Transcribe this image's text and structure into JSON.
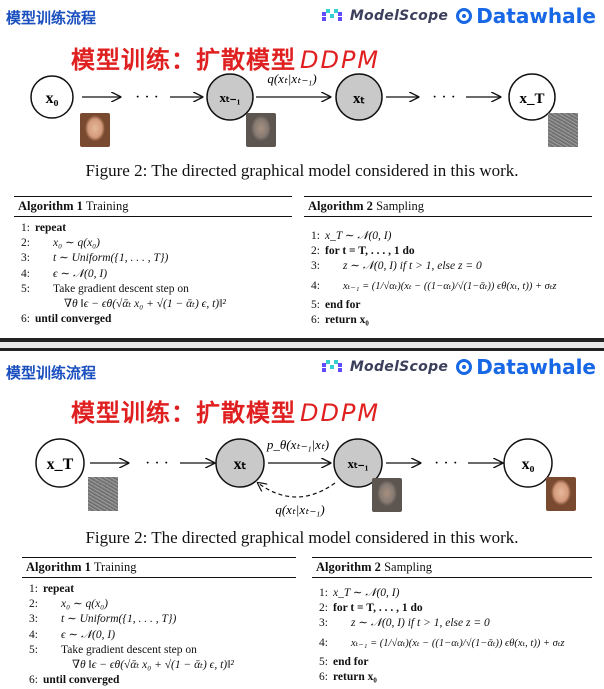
{
  "header": {
    "section_title": "模型训练流程",
    "modelscope_label": "ModelScope",
    "datawhale_label": "Datawhale"
  },
  "slide_title": {
    "main": "模型训练：扩散模型",
    "model": "DDPM"
  },
  "slide1": {
    "caption": "Figure 2: The directed graphical model considered in this work.",
    "nodes": [
      "x₀",
      "xₜ₋₁",
      "xₜ",
      "x_T"
    ],
    "dots": "· · ·",
    "edge_label": "q(xₜ|xₜ₋₁)"
  },
  "slide2": {
    "caption": "Figure 2: The directed graphical model considered in this work.",
    "nodes": [
      "x_T",
      "xₜ",
      "xₜ₋₁",
      "x₀"
    ],
    "dots": "· · ·",
    "forward_label": "p_θ(xₜ₋₁|xₜ)",
    "backward_label": "q(xₜ|xₜ₋₁)"
  },
  "algorithm1": {
    "title_num": "Algorithm 1",
    "title_name": "Training",
    "lines": [
      {
        "n": "1:",
        "text": "repeat"
      },
      {
        "n": "2:",
        "text": "x₀ ∼ q(x₀)"
      },
      {
        "n": "3:",
        "text": "t ∼ Uniform({1, . . . , T})"
      },
      {
        "n": "4:",
        "text": "ϵ ∼ 𝒩(0, I)"
      },
      {
        "n": "5:",
        "text": "Take gradient descent step on"
      },
      {
        "n": "",
        "text": "∇θ ‖ϵ − ϵθ(√ᾱₜ x₀ + √(1 − ᾱₜ) ϵ, t)‖²"
      },
      {
        "n": "6:",
        "text": "until converged"
      }
    ]
  },
  "algorithm2": {
    "title_num": "Algorithm 2",
    "title_name": "Sampling",
    "lines": [
      {
        "n": "1:",
        "text": "x_T ∼ 𝒩(0, I)"
      },
      {
        "n": "2:",
        "text": "for t = T, . . . , 1 do"
      },
      {
        "n": "3:",
        "text": "z ∼ 𝒩(0, I) if t > 1, else z = 0"
      },
      {
        "n": "4:",
        "text": "xₜ₋₁ = (1/√αₜ)(xₜ − ((1−αₜ)/√(1−ᾱₜ)) ϵθ(xₜ, t)) + σₜz"
      },
      {
        "n": "5:",
        "text": "end for"
      },
      {
        "n": "6:",
        "text": "return x₀"
      }
    ]
  },
  "colors": {
    "section_title": "#1a4fbf",
    "main_title": "#e02020",
    "datawhale": "#1767e6",
    "node_gray": "#c9c9c9"
  }
}
